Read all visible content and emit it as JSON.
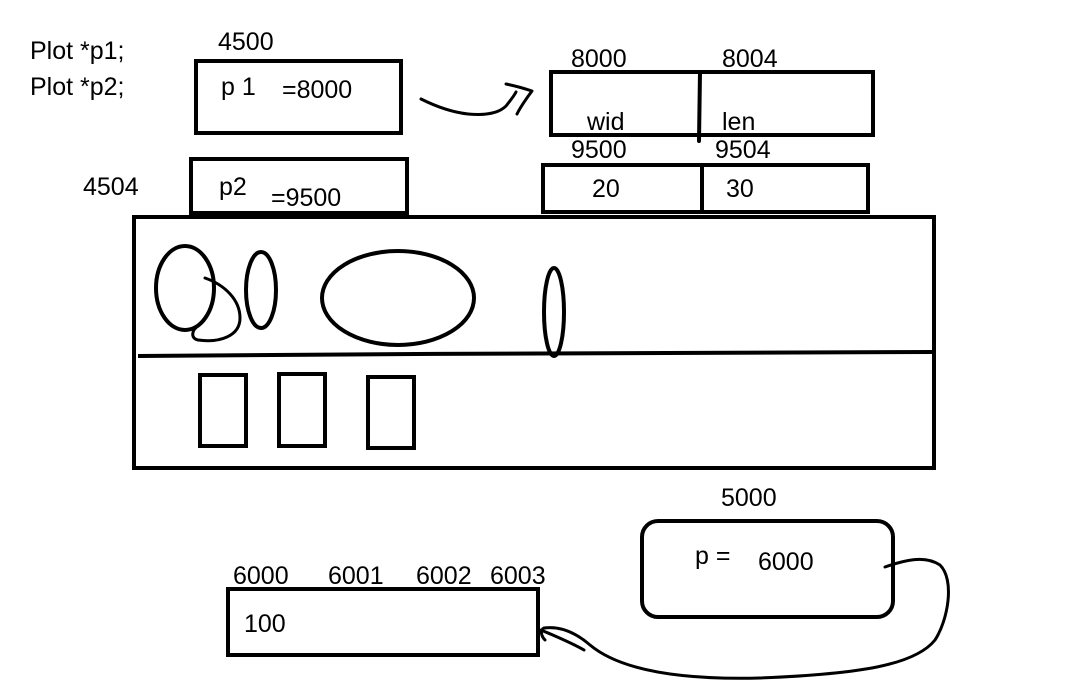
{
  "declarations": [
    "Plot *p1;",
    "Plot *p2;"
  ],
  "pointer_p1": {
    "address": "4500",
    "name": "p 1",
    "value": "=8000"
  },
  "pointer_p2": {
    "address": "4504",
    "name": "p2",
    "value": "=9500"
  },
  "struct_1": {
    "addresses": [
      "8000",
      "8004"
    ],
    "fields": [
      "wid",
      "len"
    ]
  },
  "struct_2": {
    "addresses": [
      "9500",
      "9504"
    ],
    "values": [
      "20",
      "30"
    ]
  },
  "pointer_p": {
    "address": "5000",
    "label": "p =",
    "value": "6000"
  },
  "int_block": {
    "addresses": [
      "6000",
      "6001",
      "6002",
      "6003"
    ],
    "value": "100"
  }
}
